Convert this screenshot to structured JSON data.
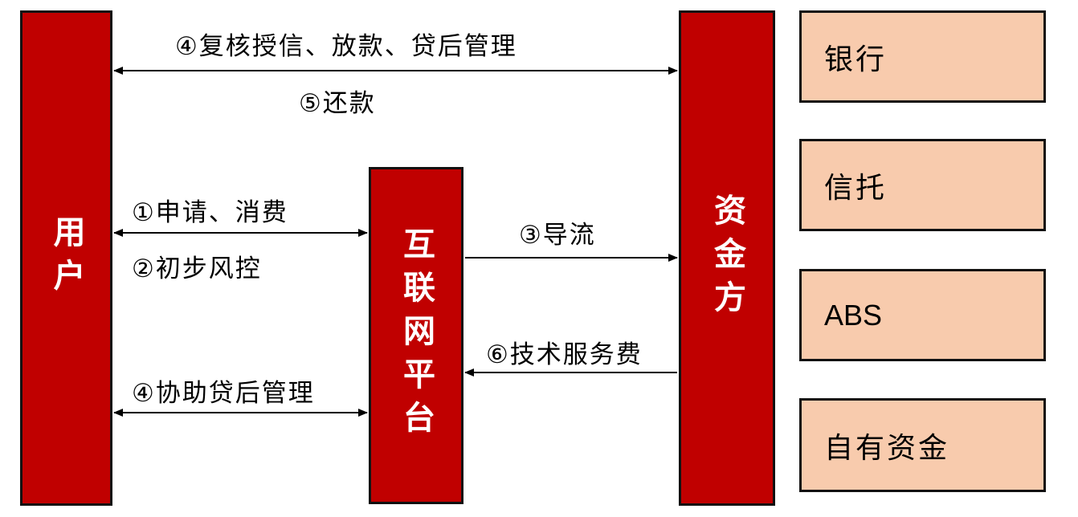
{
  "actors": {
    "user": "用户",
    "platform": "互联网平台",
    "funder": "资金方"
  },
  "fund_sources": [
    {
      "label": "银行"
    },
    {
      "label": "信托"
    },
    {
      "label": "ABS"
    },
    {
      "label": "自有资金"
    }
  ],
  "flows": {
    "review_credit_disburse": "④复核授信、放款、贷后管理",
    "repayment": "⑤还款",
    "apply_consume": "①申请、消费",
    "initial_risk_control": "②初步风控",
    "traffic_diversion": "③导流",
    "tech_service_fee": "⑥技术服务费",
    "assist_post_loan": "④协助贷后管理"
  },
  "colors": {
    "actor_fill": "#c00000",
    "source_fill": "#f8cbad",
    "border": "#111111",
    "arrow": "#000000"
  }
}
